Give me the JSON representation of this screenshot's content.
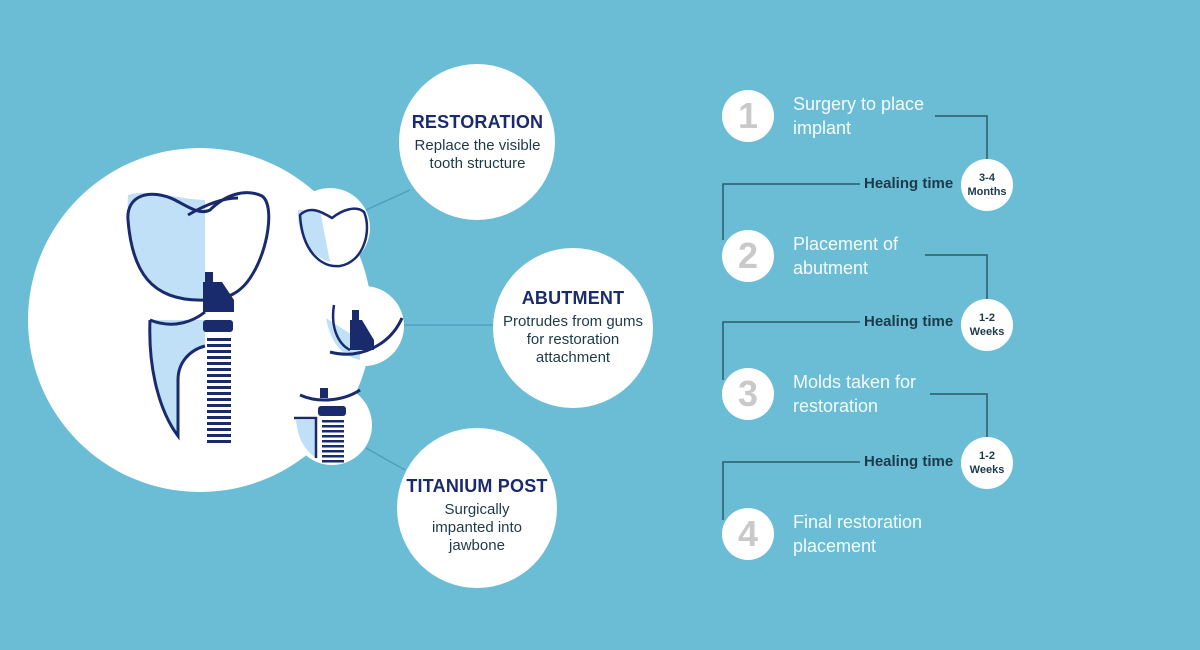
{
  "colors": {
    "background": "#6bbdd5",
    "white": "#ffffff",
    "navy": "#1a2b6d",
    "light_blue": "#bfe0f7",
    "step_gray": "#c9c9c9",
    "text_dark": "#1d3a4a",
    "step_text": "#f4fbfd",
    "connector": "#2b5c6a"
  },
  "components": [
    {
      "id": "restoration",
      "title": "RESTORATION",
      "description": "Replace the visible tooth structure"
    },
    {
      "id": "abutment",
      "title": "ABUTMENT",
      "description": "Protrudes from gums for restoration attachment"
    },
    {
      "id": "titanium-post",
      "title": "TITANIUM POST",
      "description": "Surgically impanted into jawbone"
    }
  ],
  "steps": [
    {
      "number": "1",
      "text": "Surgery to place implant"
    },
    {
      "number": "2",
      "text": "Placement of abutment"
    },
    {
      "number": "3",
      "text": "Molds taken for restoration"
    },
    {
      "number": "4",
      "text": "Final restoration placement"
    }
  ],
  "healing": [
    {
      "label": "Healing time",
      "duration_line1": "3-4",
      "duration_line2": "Months"
    },
    {
      "label": "Healing time",
      "duration_line1": "1-2",
      "duration_line2": "Weeks"
    },
    {
      "label": "Healing time",
      "duration_line1": "1-2",
      "duration_line2": "Weeks"
    }
  ],
  "icons": [
    "tooth-implant-icon",
    "crown-icon",
    "abutment-icon",
    "post-icon"
  ]
}
